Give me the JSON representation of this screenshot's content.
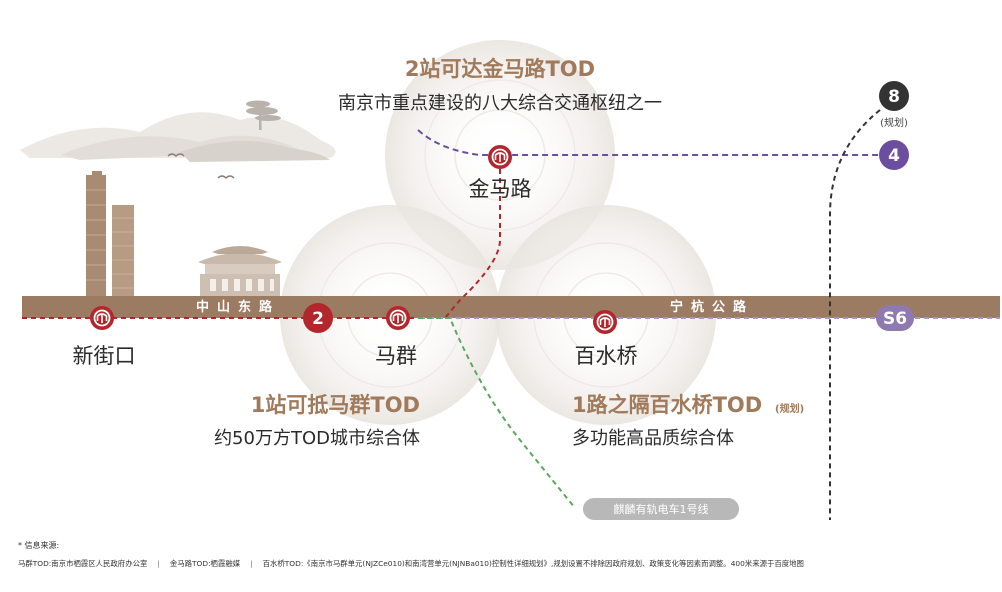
{
  "colors": {
    "road": "#9c7b63",
    "line2": "#b3262b",
    "line4": "#6b4f9e",
    "line8": "#333333",
    "lineS6": "#8f7ab0",
    "tram": "#5aa85a",
    "accent_text": "#a07a5a"
  },
  "headline": {
    "title": "2站可达金马路TOD",
    "subtitle": "南京市重点建设的八大综合交通枢纽之一"
  },
  "roads": {
    "left": "中山东路",
    "right": "宁杭公路"
  },
  "stations": {
    "xinjiekou": "新街口",
    "jinmalu": "金马路",
    "maqun": "马群",
    "baishuiqiao": "百水桥"
  },
  "lines": {
    "line2": "2",
    "line4": "4",
    "line8": "8",
    "line8_note": "(规划)",
    "s6": "S6",
    "tram": "麒麟有轨电车1号线"
  },
  "tod_maqun": {
    "title": "1站可抵马群TOD",
    "subtitle": "约50万方TOD城市综合体"
  },
  "tod_baishuiqiao": {
    "title": "1路之隔百水桥TOD",
    "title_note": "(规划)",
    "subtitle": "多功能高品质综合体"
  },
  "source": {
    "label": "* 信息来源:",
    "items": [
      "马群TOD:南京市栖霞区人民政府办公室",
      "金马路TOD:栖霞融媒",
      "百水桥TOD:《南京市马群单元(NJZCe010)和南湾营单元(NJNBa010)控制性详细规划》,规划设置不排除因政府规划、政策变化等因素而调整。400米来源于百度地图"
    ],
    "separator": "|"
  },
  "icons": {
    "metro": "nanjing-metro-logo-icon",
    "skyline": "skyscraper-illustration",
    "pavilion": "pavilion-illustration",
    "mountains": "mountain-illustration"
  }
}
